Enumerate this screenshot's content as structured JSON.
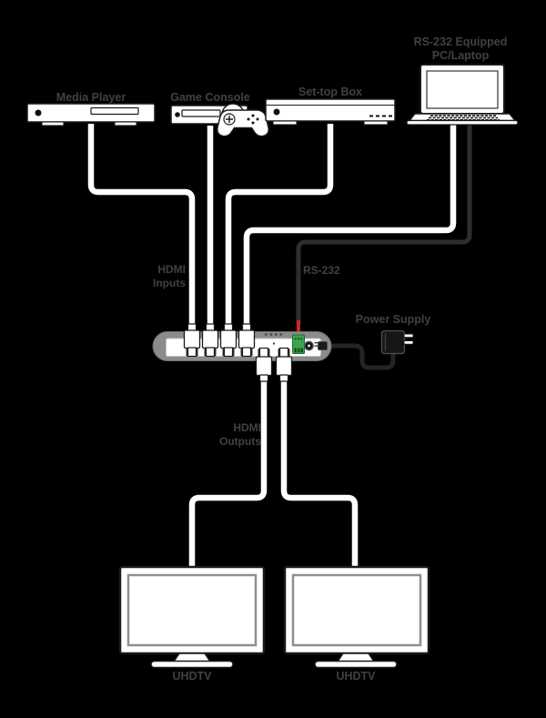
{
  "diagram": {
    "type": "connection-diagram",
    "description": "HDMI switcher hookup diagram: four sources feed an HDMI switch which outputs to two UHD TVs, with RS-232 control and power supply"
  },
  "sources": {
    "media_player": {
      "label": "Media Player"
    },
    "game_console": {
      "label": "Game Console"
    },
    "set_top_box": {
      "label": "Set-top Box"
    },
    "pc_laptop": {
      "label_line1": "RS-232 Equipped",
      "label_line2": "PC/Laptop"
    }
  },
  "switch": {
    "hdmi_inputs_label_line1": "HDMI",
    "hdmi_inputs_label_line2": "Inputs",
    "rs232_label": "RS-232",
    "power_supply_label": "Power Supply",
    "hdmi_outputs_label_line1": "HDMI",
    "hdmi_outputs_label_line2": "Outputs",
    "input_count": 4,
    "output_count": 2
  },
  "displays": {
    "left": {
      "label": "UHDTV"
    },
    "right": {
      "label": "UHDTV"
    }
  },
  "colors": {
    "background": "#000000",
    "cable_white": "#ffffff",
    "cable_dark": "#2e2e2e",
    "label_gray": "#414141",
    "outline_dark": "#1a1a1a",
    "switch_body_gray": "#8b8b8b",
    "terminal_green": "#3fa34d",
    "wire_red": "#c62828"
  }
}
